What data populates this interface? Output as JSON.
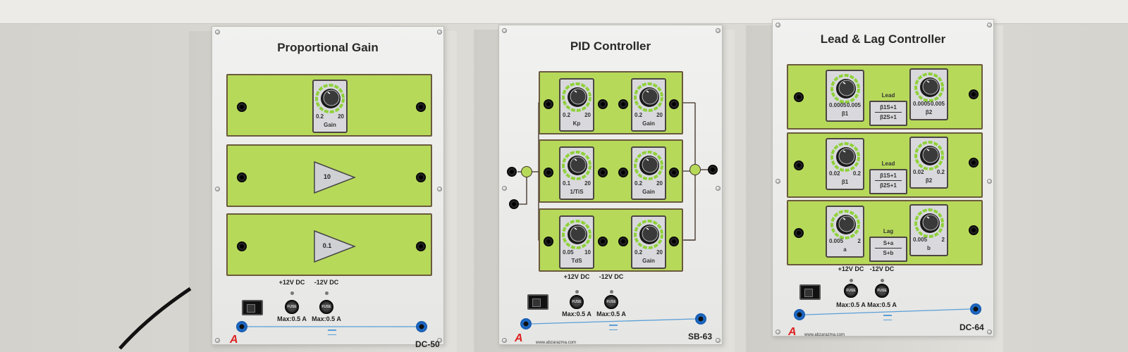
{
  "colors": {
    "green": "#b7d95a",
    "border": "#6a5a3c",
    "blue": "#1f6fd0",
    "wire": "#5a9fd8"
  },
  "power": {
    "plus": "+12V DC",
    "minus": "-12V DC",
    "max": "Max:0.5 A",
    "fuse": "FUSE"
  },
  "panels": [
    {
      "title": "Proportional Gain",
      "code": "DC-50",
      "url": "",
      "rows": [
        {
          "type": "knob",
          "knob": {
            "min": "0.2",
            "max": "20",
            "label": "Gain"
          }
        },
        {
          "type": "amp",
          "value": "10"
        },
        {
          "type": "amp",
          "value": "0.1"
        }
      ]
    },
    {
      "title": "PID Controller",
      "code": "SB-63",
      "url": "www.abzarazma.com",
      "rows": [
        {
          "type": "pid",
          "knobs": [
            {
              "min": "0.2",
              "max": "20",
              "label": "Kp"
            },
            {
              "min": "0.2",
              "max": "20",
              "label": "Gain"
            }
          ]
        },
        {
          "type": "pid",
          "knobs": [
            {
              "min": "0.1",
              "max": "20",
              "label": "1/TiS"
            },
            {
              "min": "0.2",
              "max": "20",
              "label": "Gain"
            }
          ]
        },
        {
          "type": "pid",
          "knobs": [
            {
              "min": "0.05",
              "max": "10",
              "label": "TdS"
            },
            {
              "min": "0.2",
              "max": "20",
              "label": "Gain"
            }
          ]
        }
      ]
    },
    {
      "title": "Lead & Lag Controller",
      "code": "DC-64",
      "url": "www.abzarazma.com",
      "rows": [
        {
          "type": "ll",
          "name": "Lead",
          "num": "β1S+1",
          "den": "β2S+1",
          "knobs": [
            {
              "min": "0.0005",
              "max": "0.005",
              "label": "β1"
            },
            {
              "min": "0.0005",
              "max": "0.005",
              "label": "β2"
            }
          ]
        },
        {
          "type": "ll",
          "name": "Lead",
          "num": "β1S+1",
          "den": "β2S+1",
          "knobs": [
            {
              "min": "0.02",
              "max": "0.2",
              "label": "β1"
            },
            {
              "min": "0.02",
              "max": "0.2",
              "label": "β2"
            }
          ]
        },
        {
          "type": "ll",
          "name": "Lag",
          "num": "S+a",
          "den": "S+b",
          "knobs": [
            {
              "min": "0.005",
              "max": "2",
              "label": "a"
            },
            {
              "min": "0.005",
              "max": "2",
              "label": "b"
            }
          ]
        }
      ]
    }
  ]
}
